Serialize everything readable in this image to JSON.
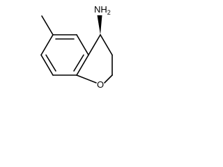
{
  "molecule": {
    "atoms": {
      "amine": "NH",
      "amine_subscript": "2",
      "ring_oxygen": "O"
    }
  }
}
